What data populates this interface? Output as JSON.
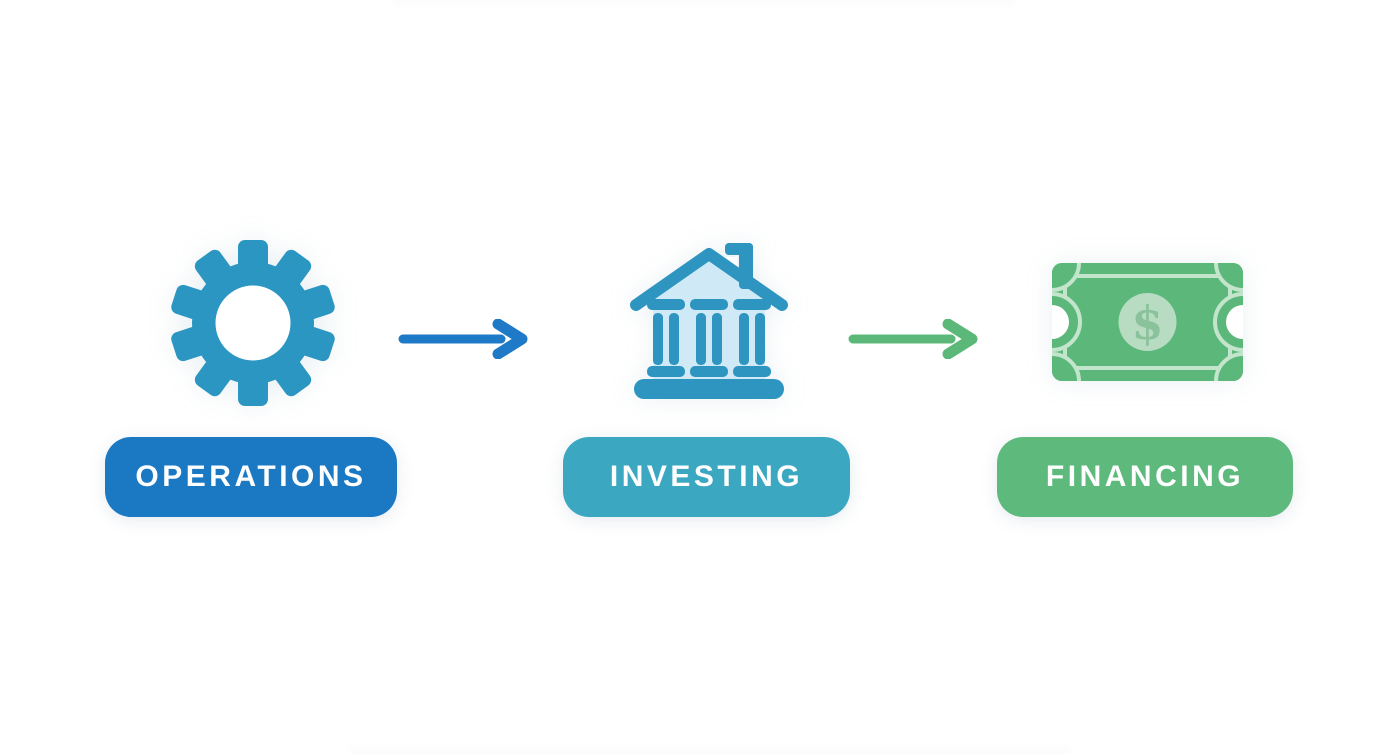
{
  "diagram": {
    "type": "flow",
    "background": "#ffffff",
    "label_text_color": "#fdfefd",
    "stages": [
      {
        "label": "OPERATIONS",
        "icon": "gear",
        "pill_color": "#1b78c3",
        "icon_color": "#2b96c1"
      },
      {
        "label": "INVESTING",
        "icon": "bank-building",
        "pill_color": "#3ba7c1",
        "icon_color": "#2e95c0",
        "icon_fill_light": "#cfeaf6"
      },
      {
        "label": "FINANCING",
        "icon": "money-bill",
        "pill_color": "#5dba7c",
        "icon_color": "#5cb87a",
        "icon_detail_light": "#c3e5cc",
        "icon_circle_fill": "#b7dcc2",
        "dollar_symbol": "$",
        "dollar_color": "#8ac29b"
      }
    ],
    "arrows": [
      {
        "from": "OPERATIONS",
        "to": "INVESTING",
        "color": "#1e7ac6"
      },
      {
        "from": "INVESTING",
        "to": "FINANCING",
        "color": "#5cb878"
      }
    ]
  }
}
